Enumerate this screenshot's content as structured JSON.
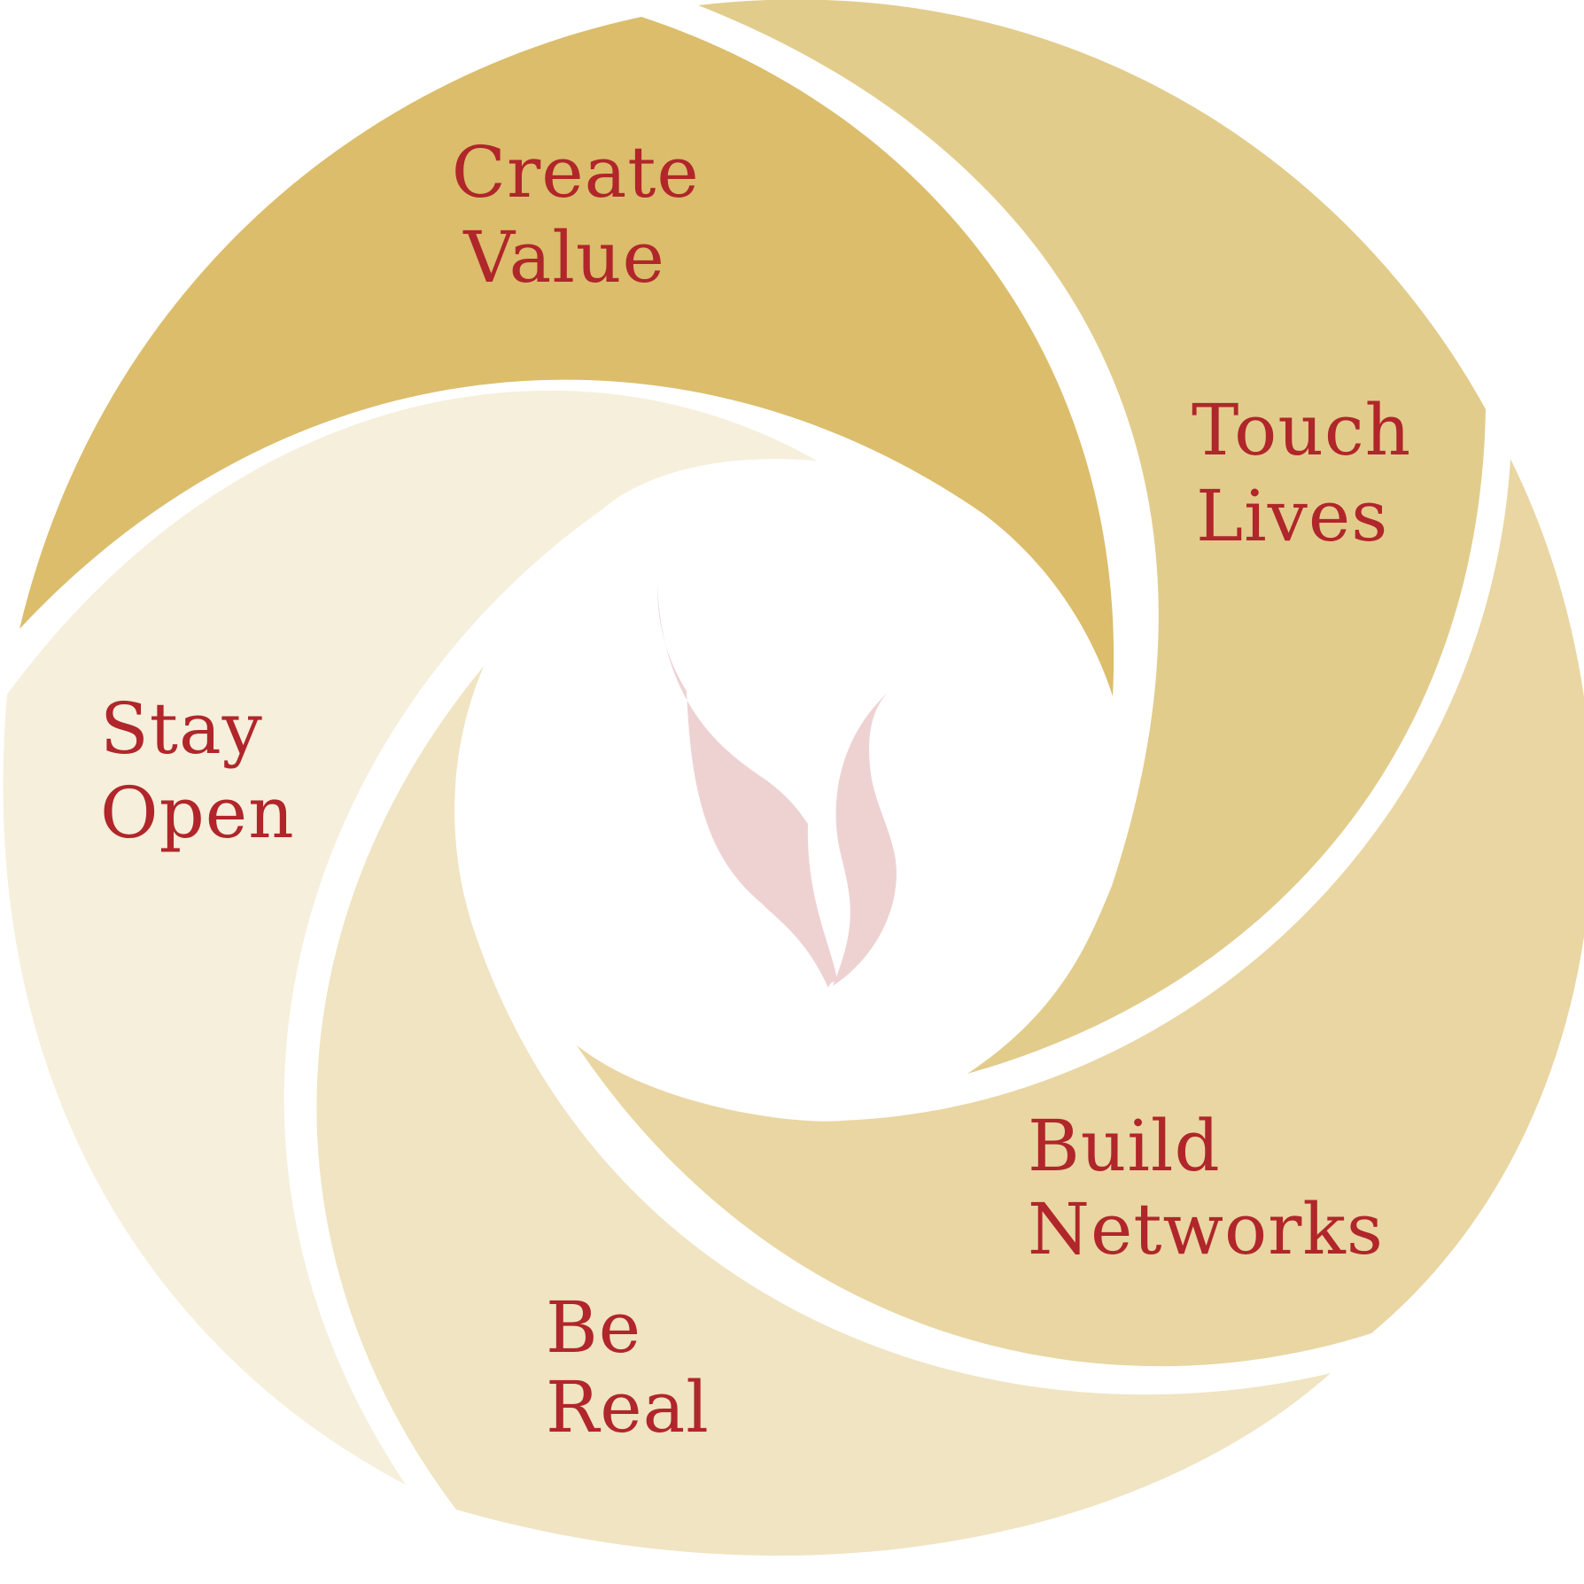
{
  "colors": {
    "background": "#ffffff",
    "label_text": "#b0262a",
    "emblem": "#eed2d2",
    "segment_create_value": "#dbbd6c",
    "segment_touch_lives": "#e2cc8c",
    "segment_build_networks": "#e9d6a2",
    "segment_be_real": "#f0e4c2",
    "segment_stay_open": "#f6efdc"
  },
  "segments": [
    {
      "id": "create-value",
      "lines": [
        "Create",
        "Value"
      ]
    },
    {
      "id": "touch-lives",
      "lines": [
        "Touch",
        "Lives"
      ]
    },
    {
      "id": "build-networks",
      "lines": [
        "Build",
        "Networks"
      ]
    },
    {
      "id": "be-real",
      "lines": [
        "Be",
        "Real"
      ]
    },
    {
      "id": "stay-open",
      "lines": [
        "Stay",
        "Open"
      ]
    }
  ],
  "center_icon": "flame-leaf-emblem-icon"
}
